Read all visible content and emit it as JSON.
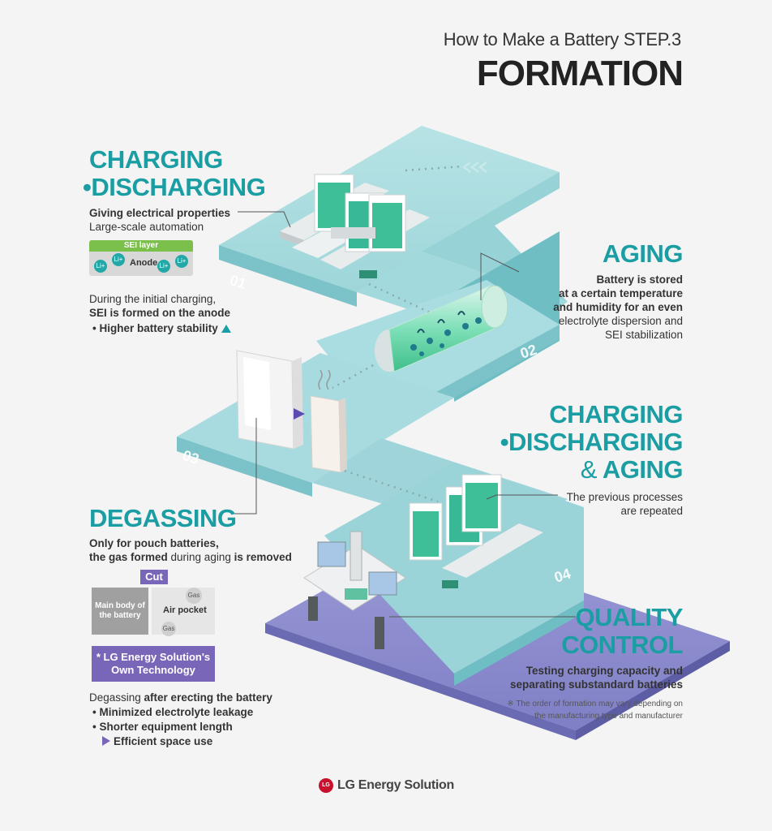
{
  "header": {
    "subtitle": "How to Make a Battery STEP.3",
    "title": "FORMATION"
  },
  "colors": {
    "teal": "#17a0a3",
    "purple": "#7a66b8",
    "platform": "#a9dde0",
    "platform_side": "#6cbcc2",
    "base": "#8f8fd0",
    "red_logo": "#c8102e"
  },
  "steps": {
    "s01": {
      "number": "01",
      "title_line1": "CHARGING",
      "title_line2": "DISCHARGING",
      "desc_bold": "Giving electrical properties",
      "desc_normal": "Large-scale automation",
      "sei_layer_label": "SEI layer",
      "anode_label": "Anode",
      "li_label": "Li+",
      "note_line1": "During the initial charging,",
      "note_line2": "SEI is formed on the anode",
      "benefit": "Higher battery stability"
    },
    "s02": {
      "number": "02",
      "title": "AGING",
      "desc_line1": "Battery is stored",
      "desc_line2": "at a certain temperature",
      "desc_line3": "and humidity for an even",
      "desc_line4": "electrolyte dispersion and",
      "desc_line5": "SEI stabilization"
    },
    "s03": {
      "number": "03",
      "title": "DEGASSING",
      "desc_line1": "Only for pouch batteries,",
      "desc_line2_a": "the gas formed",
      "desc_line2_b": " during aging ",
      "desc_line2_c": "is removed",
      "cut_label": "Cut",
      "main_body_label": "Main body of the battery",
      "air_pocket_label": "Air pocket",
      "gas_label": "Gas",
      "tech_badge_line1": "LG Energy Solution's",
      "tech_badge_line2": "Own Technology",
      "tech_badge_mark": "*",
      "tech_desc_a": "Degassing ",
      "tech_desc_b": "after erecting the battery",
      "bullet1": "Minimized electrolyte leakage",
      "bullet2": "Shorter equipment length",
      "bullet3": "Efficient space use"
    },
    "repeat": {
      "title_line1": "CHARGING",
      "title_line2": "DISCHARGING",
      "title_line3_a": "&",
      "title_line3_b": "AGING",
      "desc_line1": "The previous processes",
      "desc_line2": "are repeated"
    },
    "s04": {
      "number": "04",
      "title_line1": "QUALITY",
      "title_line2": "CONTROL",
      "desc_line1": "Testing charging capacity and",
      "desc_line2": "separating substandard batteries",
      "footnote_line1": "※ The order of formation may vary depending on",
      "footnote_line2": "the manufacturing type and manufacturer"
    }
  },
  "brand": {
    "logo_text": "LG",
    "name": "LG Energy Solution"
  }
}
